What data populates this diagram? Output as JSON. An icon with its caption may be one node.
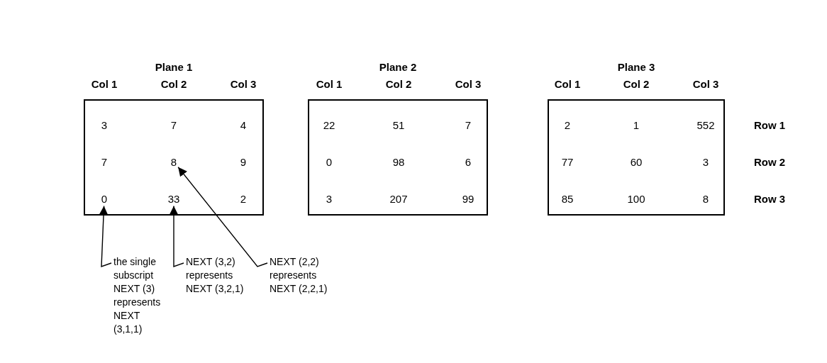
{
  "diagram": {
    "nodes": [
      {
        "text": [
          "Plane 1"
        ]
      },
      {
        "text": [
          "8"
        ],
        "in": 0
      },
      {
        "text": [
          "0"
        ],
        "in": 0
      },
      {
        "text": [
          "33"
        ],
        "in": 0
      },
      {
        "text": [
          "Plane 2"
        ]
      },
      {
        "text": [
          "Plane 3"
        ]
      },
      {
        "text": [
          "the single subscript NEXT (3) represents NEXT (3,1,1)"
        ]
      },
      {
        "text": [
          "NEXT (3,2) represents NEXT (3,2,1)"
        ]
      },
      {
        "text": [
          "NEXT (2,2) represents NEXT (2,2,1)"
        ]
      }
    ],
    "edges": [
      {
        "from": 6,
        "to": 2,
        "arrow": "to"
      },
      {
        "from": 7,
        "to": 3,
        "arrow": "to"
      },
      {
        "from": 8,
        "to": 1,
        "arrow": "to"
      }
    ],
    "labels": [
      "Col 1",
      "Col 2",
      "Col 3",
      "Col 1",
      "Col 2",
      "Col 3",
      "Col 1",
      "Col 2",
      "Col 3",
      "3",
      "7",
      "4",
      "22",
      "51",
      "7",
      "2",
      "1",
      "552",
      "Row 1",
      "7",
      "9",
      "0",
      "98",
      "6",
      "77",
      "60",
      "3",
      "Row 2",
      "2",
      "3",
      "207",
      "99",
      "85",
      "100",
      "8",
      "Row 3"
    ]
  }
}
